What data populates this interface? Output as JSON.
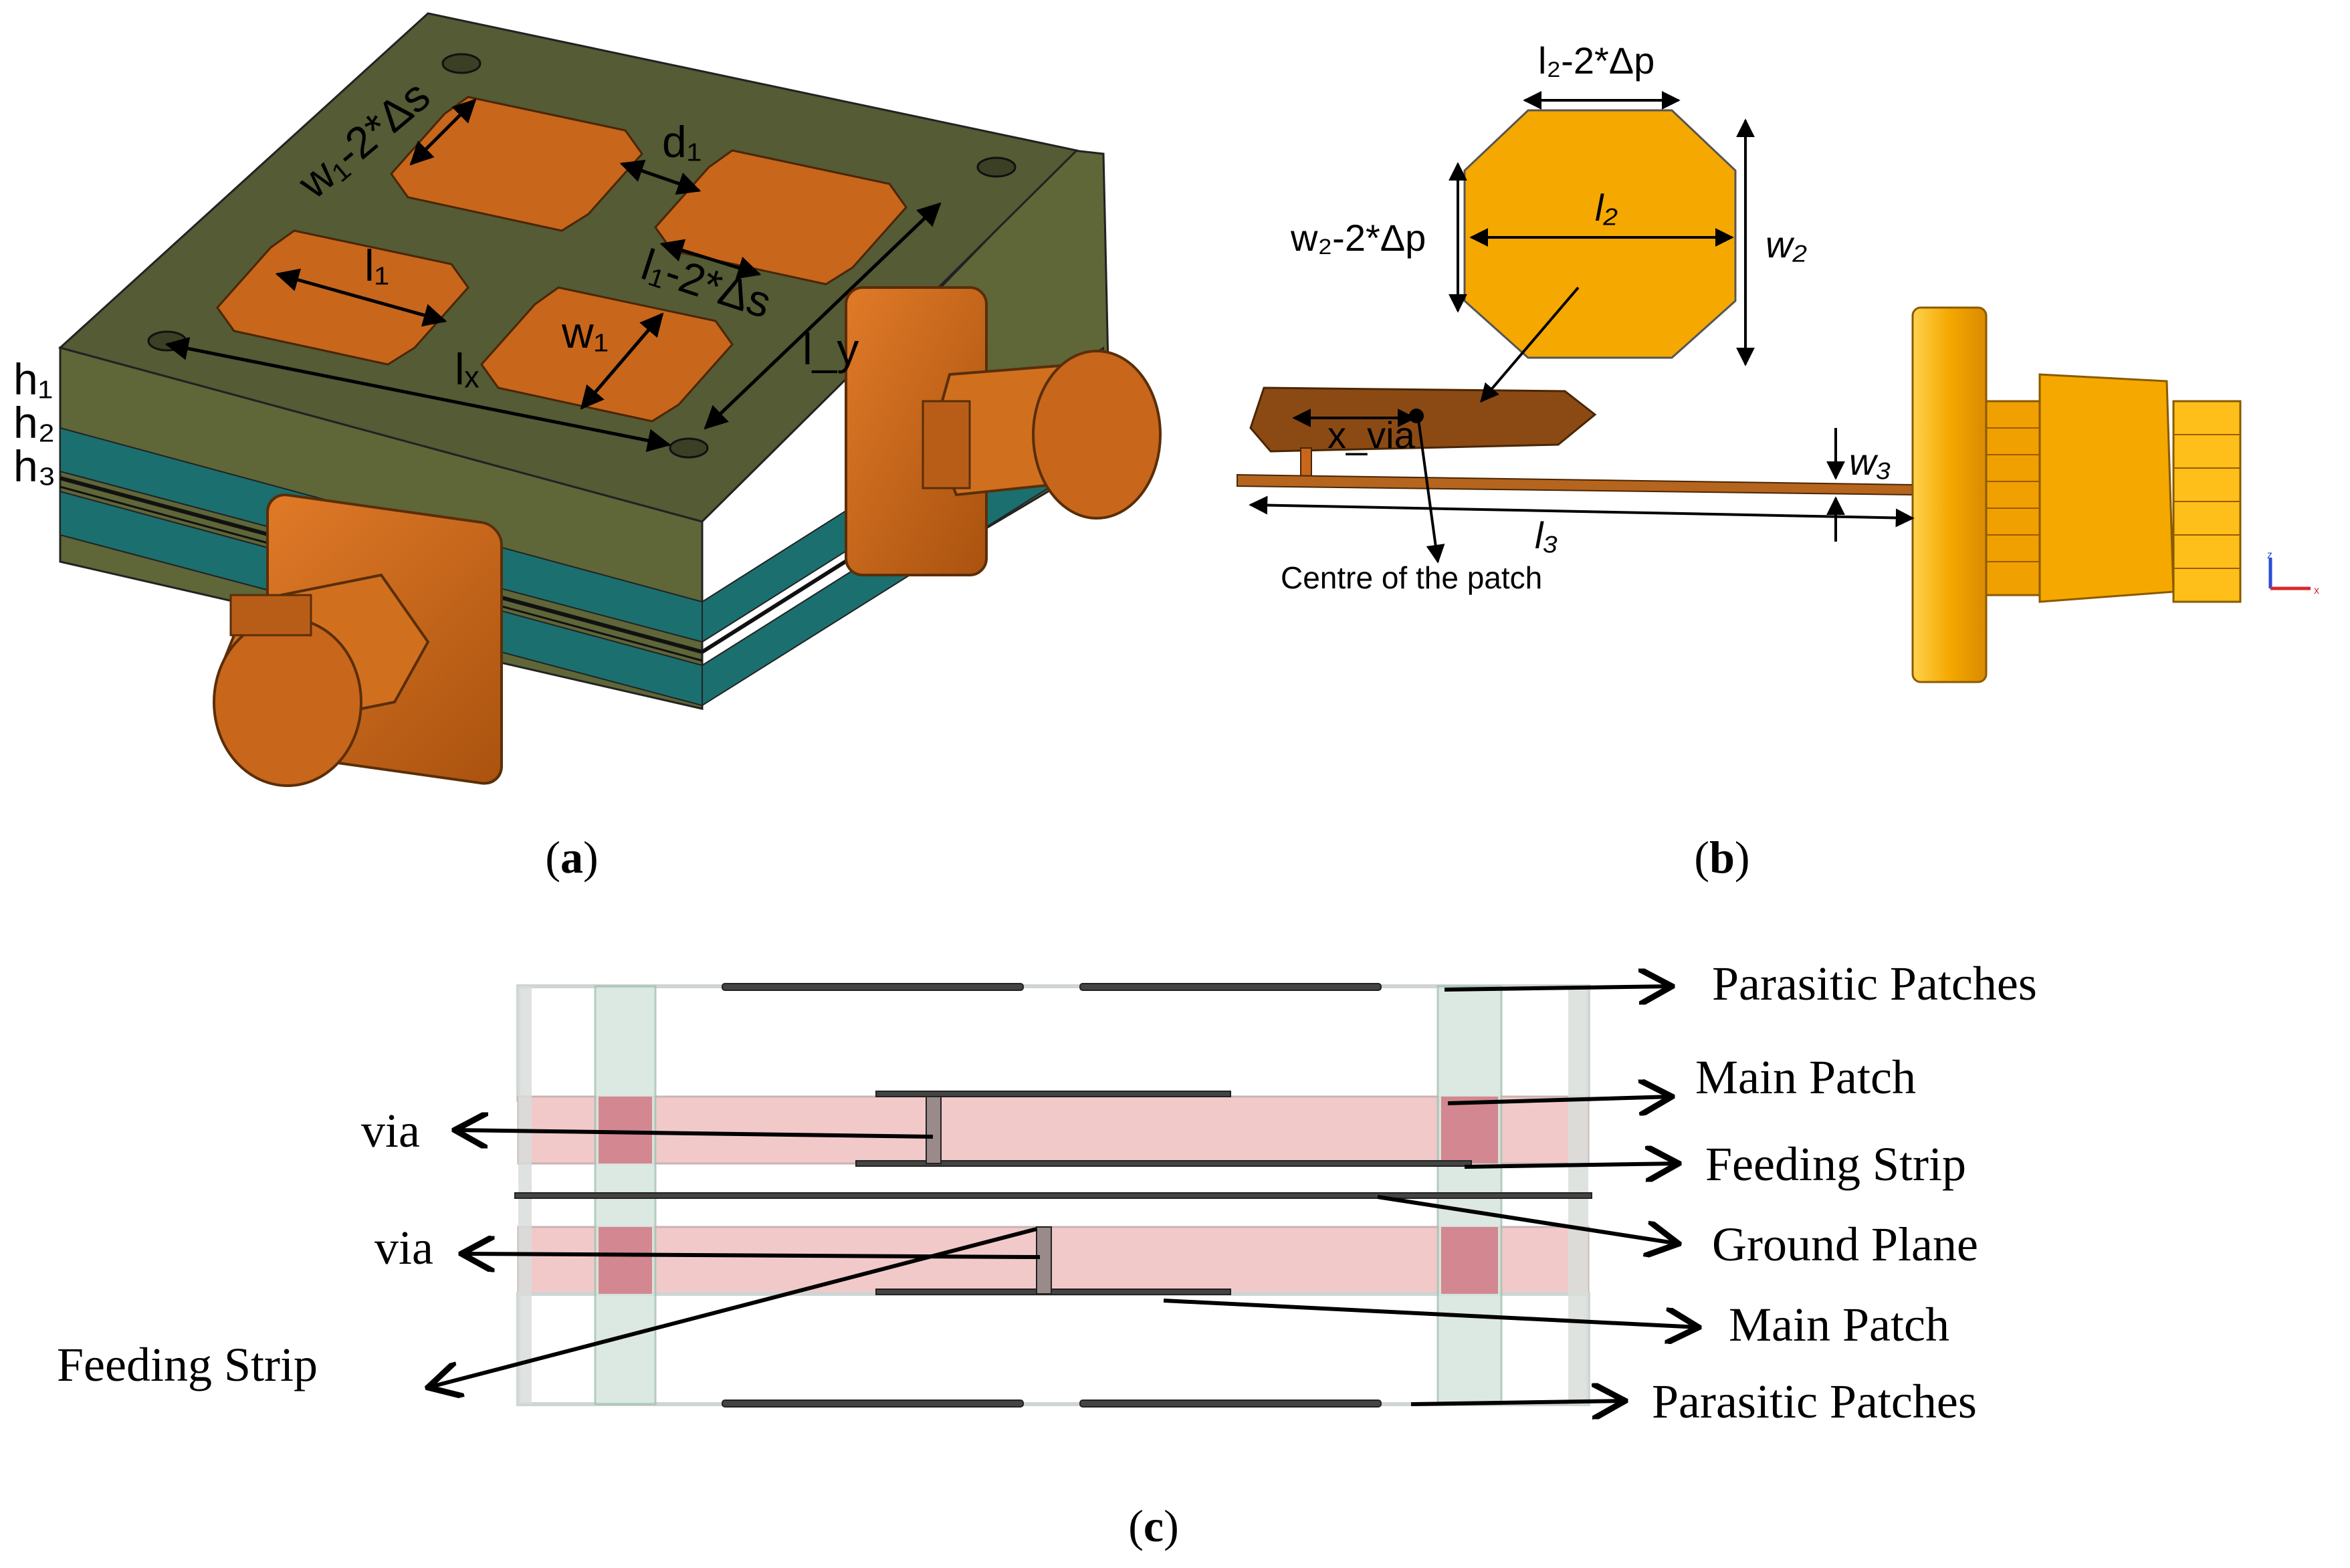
{
  "colors": {
    "substrate_top": "#545b35",
    "substrate_side": "#5f6638",
    "teal_layer": "#1b6f6f",
    "copper": "#c8661c",
    "copper_dark": "#9a4c10",
    "gold": "#f5a800",
    "gold_light": "#ffbf1a",
    "patch_brown": "#8b4a14",
    "pink_layer": "#f2c9c9",
    "via_red": "#d98b92",
    "glass": "#d6e6dd"
  },
  "panel_a": {
    "caption": "a",
    "labels": {
      "w1_minus": "w₁-2*Δs",
      "d1": "d₁",
      "l1": "l₁",
      "l1_minus": "l₁-2*Δs",
      "w1": "w₁",
      "lx": "lₓ",
      "ly": "l_y",
      "h1": "h₁",
      "h2": "h₂",
      "h3": "h₃"
    }
  },
  "panel_b": {
    "caption": "b",
    "labels": {
      "l2_minus": "l₂-2*Δp",
      "l2": "l₂",
      "w2_minus": "w₂-2*Δp",
      "w2": "w₂",
      "xvia": "x_via",
      "w3": "w₃",
      "l3": "l₃",
      "centre": "Centre of the patch"
    },
    "axes_icon": {
      "z": "z",
      "x": "x"
    }
  },
  "panel_c": {
    "caption": "c",
    "labels": {
      "parasitic_top": "Parasitic Patches",
      "main_patch_top": "Main Patch",
      "feeding_strip_right": "Feeding Strip",
      "ground_plane": "Ground Plane",
      "main_patch_bottom": "Main Patch",
      "parasitic_bottom": "Parasitic Patches",
      "via_top": "via",
      "via_bottom": "via",
      "feeding_strip_left": "Feeding Strip"
    }
  }
}
